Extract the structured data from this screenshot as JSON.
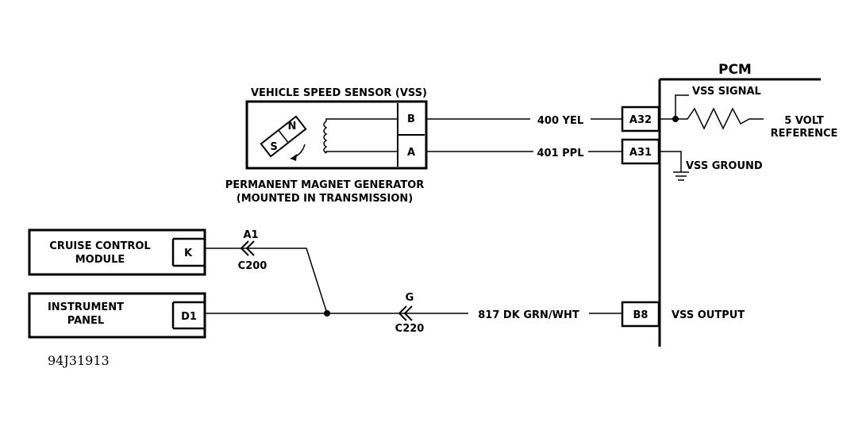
{
  "pcm": {
    "title": "PCM",
    "vss_signal": "VSS SIGNAL",
    "five_volt_line1": "5 VOLT",
    "five_volt_line2": "REFERENCE",
    "vss_ground": "VSS GROUND",
    "vss_output": "VSS OUTPUT",
    "pins": {
      "a32": "A32",
      "a31": "A31",
      "b8": "B8"
    }
  },
  "vss": {
    "title": "VEHICLE SPEED SENSOR (VSS)",
    "pin_b": "B",
    "pin_a": "A",
    "magnet_n": "N",
    "magnet_s": "S",
    "caption_line1": "PERMANENT MAGNET GENERATOR",
    "caption_line2": "(MOUNTED IN TRANSMISSION)"
  },
  "wires": {
    "w400": "400 YEL",
    "w401": "401 PPL",
    "w817": "817 DK GRN/WHT"
  },
  "connectors": {
    "c200_pin": "A1",
    "c200_name": "C200",
    "c220_pin": "G",
    "c220_name": "C220"
  },
  "cruise": {
    "line1": "CRUISE CONTROL",
    "line2": "MODULE",
    "pin": "K"
  },
  "instrument": {
    "line1": "INSTRUMENT",
    "line2": "PANEL",
    "pin": "D1"
  },
  "figure_id": "94J31913"
}
